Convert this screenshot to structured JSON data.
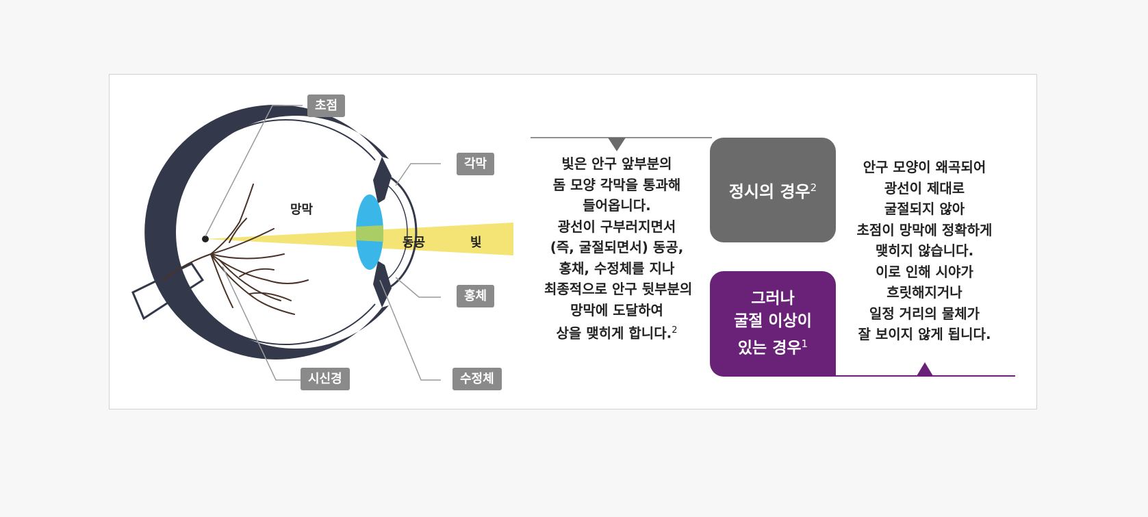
{
  "diagram": {
    "labels": {
      "focus": "초점",
      "cornea": "각막",
      "iris": "홍체",
      "optic_nerve": "시신경",
      "lens": "수정체",
      "retina": "망막",
      "pupil": "동공",
      "light": "빛"
    },
    "colors": {
      "eye_wall": "#33394a",
      "lens": "#3ab7e8",
      "light_beam": "#f3e36e",
      "tag_bg": "#8a8a8a",
      "nerve_vessels": "#4a3326"
    }
  },
  "left_text": {
    "lines": [
      "빛은 안구 앞부분의",
      "돔 모양 각막을 통과해",
      "들어옵니다.",
      "광선이 구부러지면서",
      "(즉, 굴절되면서) 동공,",
      "홍채, 수정체를 지나",
      "최종적으로 안구 뒷부분의",
      "망막에 도달하여",
      "상을 맺히게 합니다."
    ],
    "footnote": "2"
  },
  "normal_box": {
    "title": "정시의 경우",
    "footnote": "2",
    "color": "#6b6b6b"
  },
  "abnormal_box": {
    "lines": [
      "그러나",
      "굴절 이상이",
      "있는 경우"
    ],
    "footnote": "1",
    "color": "#6a2178"
  },
  "right_text": {
    "lines": [
      "안구 모양이 왜곡되어",
      "광선이 제대로",
      "굴절되지 않아",
      "초점이 망막에 정확하게",
      "맺히지 않습니다.",
      "이로 인해 시야가",
      "흐릿해지거나",
      "일정 거리의 물체가",
      "잘 보이지 않게 됩니다."
    ]
  }
}
